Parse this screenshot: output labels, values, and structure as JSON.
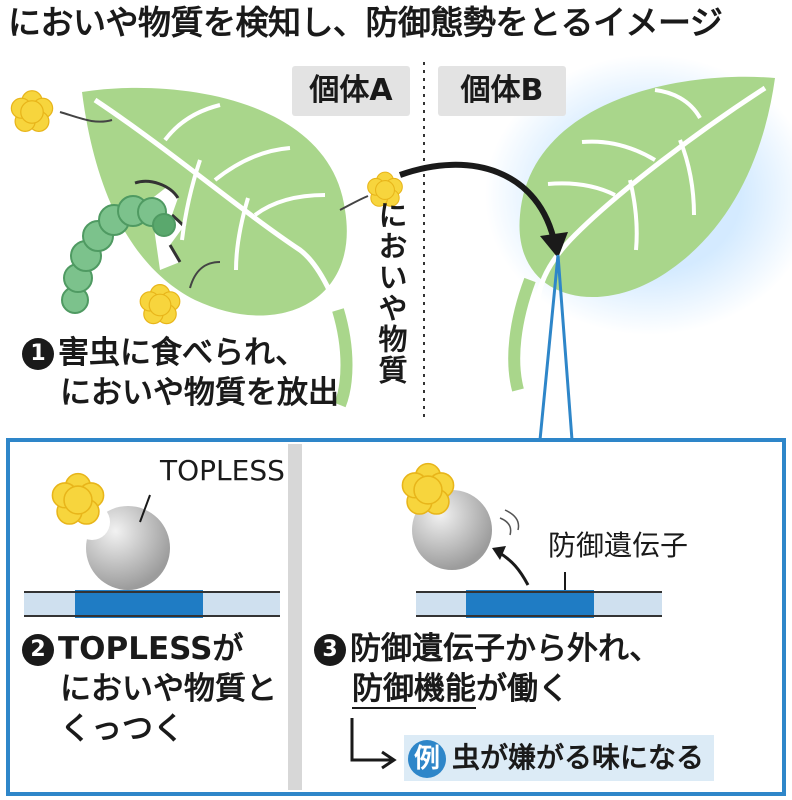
{
  "title": "においや物質を検知し、防御態勢をとるイメージ",
  "individual_a": "個体A",
  "individual_b": "個体B",
  "smell_substance_vertical": "においや物質",
  "step1": {
    "number": "1",
    "line1": "害虫に食べられ、",
    "line2": "においや物質を放出"
  },
  "topless_label": "TOPLESS",
  "step2": {
    "number": "2",
    "line1": "TOPLESSが",
    "line2": "においや物質と",
    "line3": "くっつく"
  },
  "defense_gene_label": "防御遺伝子",
  "step3": {
    "number": "3",
    "line1": "防御遺伝子から外れ、",
    "line2a": "防御機能",
    "line2b": "が働く"
  },
  "example": {
    "badge": "例",
    "text": "虫が嫌がる味になる"
  },
  "colors": {
    "leaf": "#a9d68b",
    "leaf_vein": "#ffffff",
    "scent": "#f7d53d",
    "caterpillar": "#7cc28c",
    "panel_border": "#2e86c9",
    "gene_block": "#1f7cc4",
    "dna_light": "#cfe0ef",
    "protein": "#bdbdbd",
    "tag_bg": "#e3e3e3",
    "example_bg": "#dcebf6"
  }
}
